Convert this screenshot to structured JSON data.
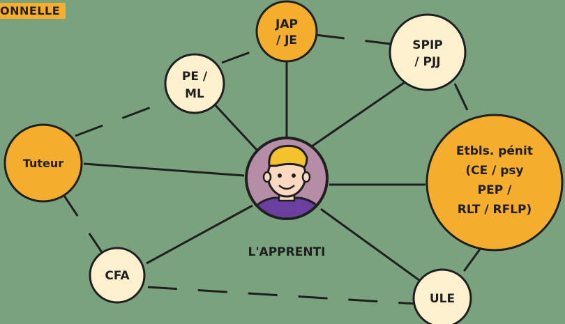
{
  "banner": "ONNELLE",
  "center": {
    "label": "L'APPRENTI"
  },
  "nodes": {
    "jap": [
      "JAP",
      "/ JE"
    ],
    "spip": [
      "SPIP",
      "/ PJJ"
    ],
    "pe": [
      "PE /",
      "ML"
    ],
    "tuteur": [
      "Tuteur"
    ],
    "etab": [
      "Etbls. pénit",
      "(CE / psy",
      "PEP /",
      "RLT / RFLP)"
    ],
    "cfa": [
      "CFA"
    ],
    "ule": [
      "ULE"
    ]
  },
  "colors": {
    "background": "#7aa27e",
    "node_light": "#fdf0cf",
    "node_orange": "#f5ad2e",
    "center_fill": "#b58da7",
    "line": "#1f1f1f"
  },
  "icons": {
    "center": "young-person-avatar-icon"
  }
}
